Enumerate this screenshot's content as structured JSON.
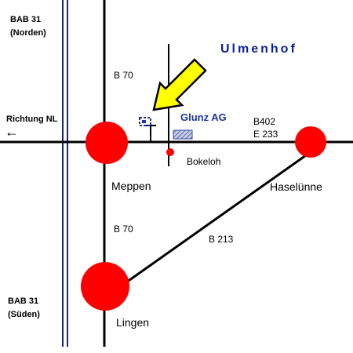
{
  "map": {
    "region_label": "Ulmenhof",
    "company_label": "Glunz AG",
    "roads": {
      "motorway_north": [
        "BAB 31",
        "(Norden)"
      ],
      "motorway_south": [
        "BAB 31",
        "(Süden)"
      ],
      "b70_north": "B 70",
      "b70_south": "B 70",
      "b402_line1": "B402",
      "b402_line2": "E 233",
      "b213": "B 213",
      "direction_west": "Richtung NL",
      "direction_arrow": "←"
    },
    "places": {
      "meppen": "Meppen",
      "haseluenne": "Haselünne",
      "lingen": "Lingen",
      "bokeloh": "Bokeloh"
    },
    "colors": {
      "road": "#000000",
      "motorway": "#1a237e",
      "city_dot": "#ff0000",
      "pointer_fill": "#ffff00",
      "pointer_stroke": "#000000",
      "region_text": "#0a1f9a",
      "company_text": "#1a33a0",
      "company_building": "#8fa0c8"
    }
  }
}
